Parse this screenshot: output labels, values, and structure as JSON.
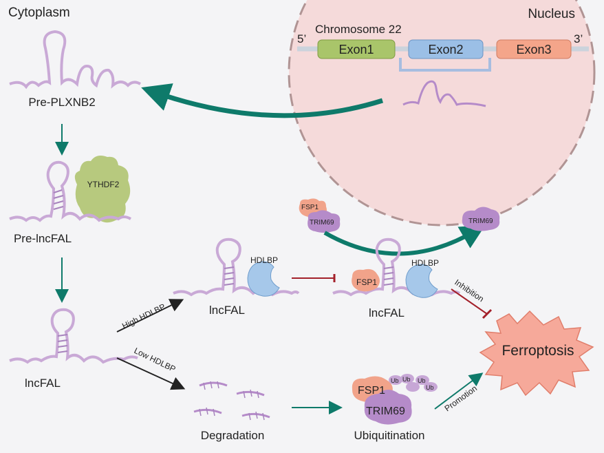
{
  "regions": {
    "cytoplasm": "Cytoplasm",
    "nucleus": "Nucleus"
  },
  "chromosome": {
    "title": "Chromosome 22",
    "end5": "5’",
    "end3": "3’",
    "exons": [
      "Exon1",
      "Exon2",
      "Exon3"
    ]
  },
  "rna_labels": {
    "pre_plxnb2": "Pre-PLXNB2",
    "pre_lncfal": "Pre-lncFAL",
    "lncfal_main": "lncFAL",
    "lncfal_high": "lncFAL",
    "lncfal_bound": "lncFAL"
  },
  "proteins": {
    "ythdf2": "YTHDF2",
    "hdlbp_high": "HDLBP",
    "hdlbp_bound": "HDLBP",
    "fsp1_complex": "FSP1",
    "trim69_complex": "TRIM69",
    "trim69_free": "TRIM69",
    "fsp1_bound": "FSP1",
    "fsp1_ub": "FSP1",
    "trim69_ub": "TRIM69",
    "ub": [
      "Ub",
      "Ub",
      "Ub",
      "Ub"
    ]
  },
  "arrows": {
    "high_hdlbp": "High HDLBP",
    "low_hdlbp": "Low HDLBP",
    "inhibition": "Inhibition",
    "promotion": "Promotion"
  },
  "outcomes": {
    "degradation": "Degradation",
    "ubiquitination": "Ubiquitination",
    "ferroptosis": "Ferroptosis"
  },
  "colors": {
    "teal": "#0e7a6a",
    "cytoplasm_text": "#1a6f8a",
    "nucleus_fill": "#f5dada",
    "nucleus_text": "#9a5040",
    "rna": "#c9a9d6",
    "rna_stroke": "#a783bd",
    "exon1": "#a9c56a",
    "exon2": "#9bbfe6",
    "exon3": "#f4a58a",
    "ythdf2": "#b7c97e",
    "hdlbp": "#a6c8ea",
    "fsp1": "#f1a38a",
    "trim69": "#b58bc9",
    "ferroptosis": "#f6a99a",
    "inhibit_red": "#a3202a"
  }
}
